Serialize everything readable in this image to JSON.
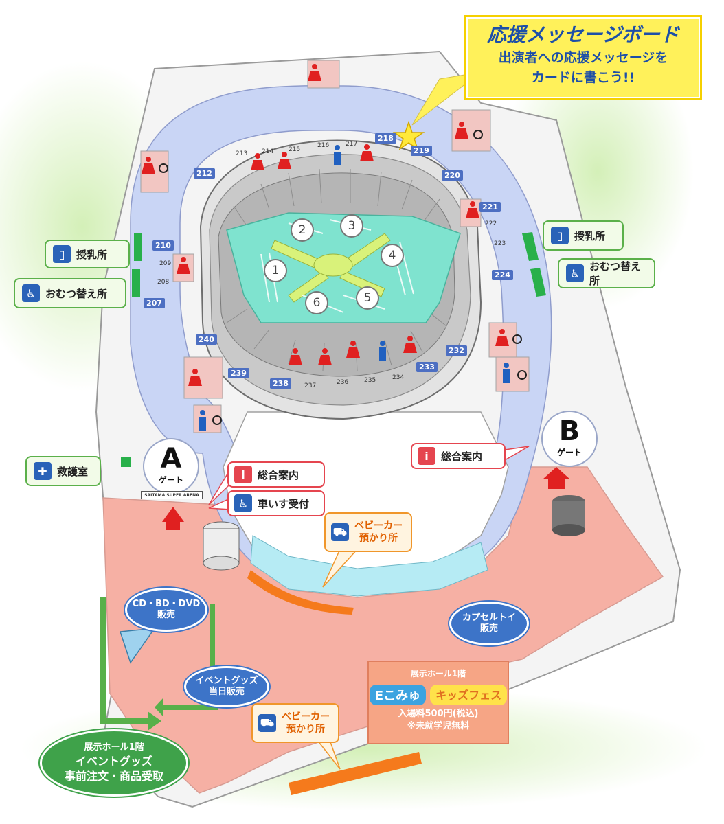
{
  "message_board": {
    "title": "応援メッセージボード",
    "line1": "出演者への応援メッセージを",
    "line2": "カードに書こう!!"
  },
  "gates": {
    "a_letter": "A",
    "b_letter": "B",
    "gate_word": "ゲート",
    "arena_sign": "SAITAMA SUPER ARENA"
  },
  "facilities": {
    "nursing_left": "授乳所",
    "diaper_left": "おむつ替え所",
    "nursing_right": "授乳所",
    "diaper_right": "おむつ替え所",
    "first_aid": "救護室",
    "info_a": "総合案内",
    "wheelchair_desk": "車いす受付",
    "info_b": "総合案内",
    "stroller_upper_1": "ベビーカー",
    "stroller_upper_2": "預かり所",
    "stroller_lower_1": "ベビーカー",
    "stroller_lower_2": "預かり所"
  },
  "sales": {
    "cd_line1": "CD・BD・DVD",
    "cd_line2": "販売",
    "capsule_line1": "カプセルトイ",
    "capsule_line2": "販売",
    "goods_line1": "イベントグッズ",
    "goods_line2": "当日販売",
    "preorder_line1": "展示ホール1階",
    "preorder_line2": "イベントグッズ",
    "preorder_line3": "事前注文・商品受取"
  },
  "kids_fes": {
    "hall": "展示ホール1階",
    "logo_part1": "Eこみゅ",
    "logo_part2": "キッズフェス",
    "fee": "入場料500円(税込)",
    "free_note": "※未就学児無料"
  },
  "sections": {
    "blue": [
      "212",
      "218",
      "219",
      "220",
      "221",
      "224",
      "210",
      "207",
      "240",
      "239",
      "238",
      "233",
      "232"
    ],
    "small": [
      "213",
      "214",
      "215",
      "216",
      "217",
      "222",
      "223",
      "209",
      "208",
      "237",
      "236",
      "235",
      "234"
    ]
  },
  "floor_numbers": [
    "1",
    "2",
    "3",
    "4",
    "5",
    "6"
  ],
  "colors": {
    "concourse": "#c9d5f5",
    "plaza": "#f6b0a4",
    "field": "#7fe3cf",
    "info_red": "#e5454f",
    "nursing_blue": "#2a63b8",
    "stroller_orange": "#f0962a",
    "oval_blue": "#3d74c8",
    "oval_green": "#3fa24a",
    "board_yellow": "#fff15a"
  },
  "icons": [
    "star-icon",
    "nursing-icon",
    "diaper-icon",
    "first-aid-icon",
    "info-icon",
    "wheelchair-icon",
    "stroller-icon",
    "restroom-female-icon",
    "restroom-male-icon",
    "restroom-accessible-icon",
    "gate-arrow-icon"
  ]
}
